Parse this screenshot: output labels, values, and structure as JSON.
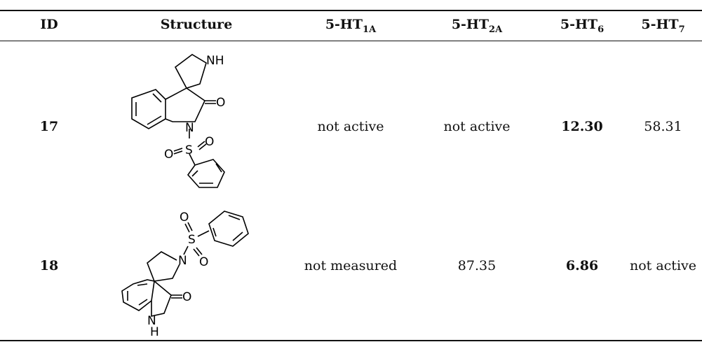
{
  "table": {
    "headers": {
      "id": "ID",
      "structure": "Structure",
      "ht1a_base": "5-HT",
      "ht1a_sub": "1A",
      "ht2a_base": "5-HT",
      "ht2a_sub": "2A",
      "ht6_base": "5-HT",
      "ht6_sub": "6",
      "ht7_base": "5-HT",
      "ht7_sub": "7"
    },
    "rows": [
      {
        "id": "17",
        "structure_labels": {
          "nh": "NH",
          "o_carbonyl": "O",
          "n": "N",
          "o_left": "O",
          "s": "S",
          "o_right": "O"
        },
        "ht1a": "not active",
        "ht2a": "not active",
        "ht6": "12.30",
        "ht7": "58.31"
      },
      {
        "id": "18",
        "structure_labels": {
          "o_top": "O",
          "s": "S",
          "n": "N",
          "o_bottom": "O",
          "o_carbonyl": "O",
          "n_ring": "N",
          "h": "H"
        },
        "ht1a": "not measured",
        "ht2a": "87.35",
        "ht6": "6.86",
        "ht7": "not active"
      }
    ]
  }
}
